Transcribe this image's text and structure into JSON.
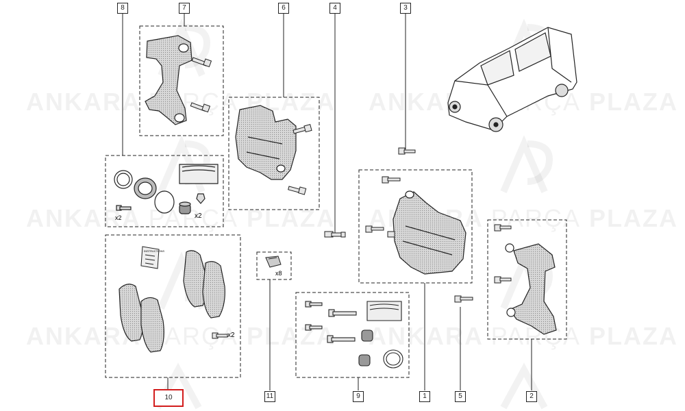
{
  "callouts": {
    "c1": "1",
    "c2": "2",
    "c3": "3",
    "c4": "4",
    "c5": "5",
    "c6": "6",
    "c7": "7",
    "c8": "8",
    "c9": "9",
    "c10": "10",
    "c11": "11"
  },
  "quantities": {
    "seal_bolts": "x2",
    "seal_bushings": "x2",
    "pad_bolts": "x2",
    "clips": "x8"
  },
  "booklet_label": "INSTRUCTIONS",
  "watermark": {
    "word1": "ANKARA",
    "word2": "PARÇA",
    "word3": "PLAZA"
  },
  "colors": {
    "line": "#2a2a2a",
    "part_fill": "#dcdcdc",
    "highlight": "#d21c1c",
    "watermark": "#000000"
  },
  "highlighted_callout": "10"
}
